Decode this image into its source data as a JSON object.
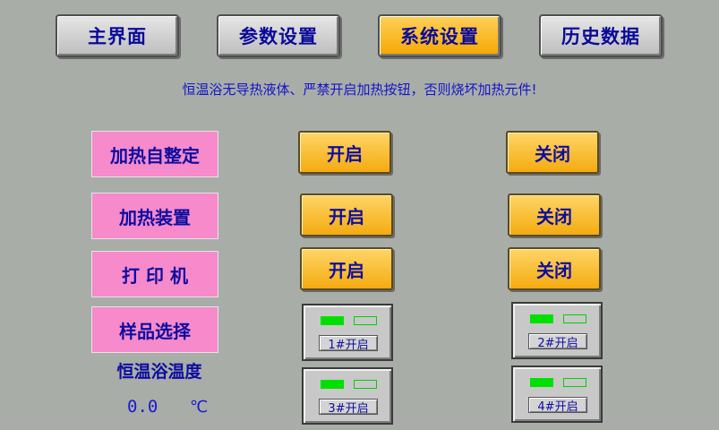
{
  "nav": {
    "main": "主界面",
    "params": "参数设置",
    "system": "系统设置",
    "history": "历史数据"
  },
  "warning": "恒温浴无导热液体、严禁开启加热按钮，否则烧坏加热元件!",
  "rows": {
    "auto_tune": {
      "label": "加热自整定",
      "on": "开启",
      "off": "关闭"
    },
    "heater": {
      "label": "加热装置",
      "on": "开启",
      "off": "关闭"
    },
    "printer": {
      "label": "打 印 机",
      "on": "开启",
      "off": "关闭"
    },
    "sample": {
      "label": "样品选择"
    }
  },
  "samples": {
    "s1": "1#开启",
    "s2": "2#开启",
    "s3": "3#开启",
    "s4": "4#开启"
  },
  "temperature": {
    "label": "恒温浴温度",
    "value": "0.0",
    "unit": "℃"
  },
  "colors": {
    "indicator_on": "#00e000",
    "active_tab": "#f5a800",
    "label_bg": "#f68acb"
  }
}
